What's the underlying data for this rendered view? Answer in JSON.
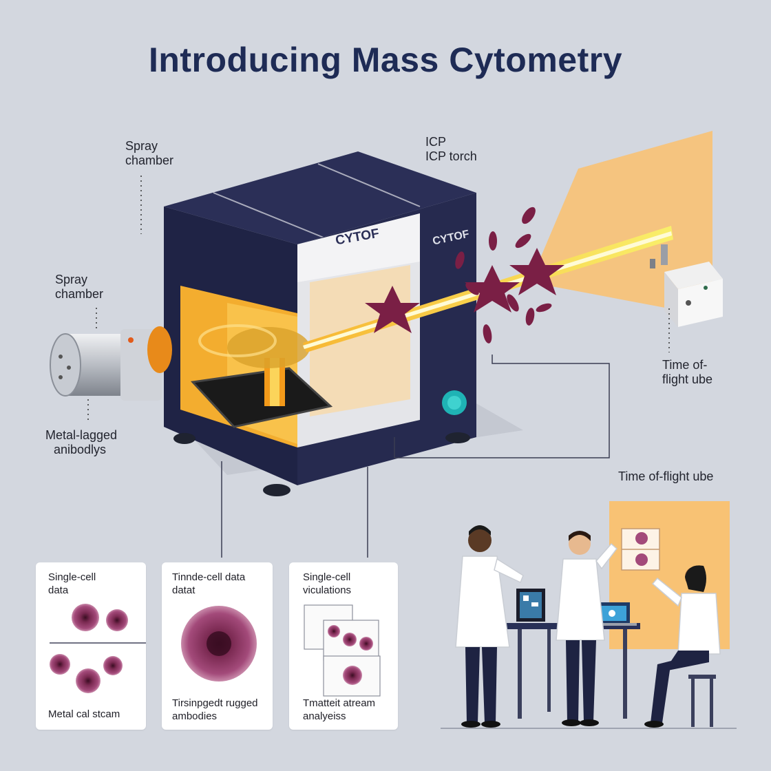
{
  "title": "Introducing Mass Cytometry",
  "colors": {
    "background": "#d3d7df",
    "title": "#1e2b55",
    "instrument_body": "#262a4f",
    "beam": "#f5dc2a",
    "glow": "#f8c274",
    "cells": "#7a1f45"
  },
  "labels": {
    "spray_chamber_top": [
      "Spray",
      "chamber"
    ],
    "icp_torch": [
      "ICP",
      "ICP torch"
    ],
    "spray_chamber_left": [
      "Spray",
      "chamber"
    ],
    "metal_tagged": [
      "Metal-lagged",
      "anibodlys"
    ],
    "tof_tube_right": [
      "Time of-",
      "flight ube"
    ],
    "tof_tube_lower": "Time of-flight ube"
  },
  "instrument": {
    "brand_front": "CYTOF",
    "brand_side": "CYTOF"
  },
  "panels": [
    {
      "title": [
        "Single-cell",
        "data"
      ],
      "caption": "Metal cal stcam"
    },
    {
      "title": [
        "Tinnde-cell data",
        "datat"
      ],
      "caption": [
        "Tirsinpgedt rugged",
        "ambodies"
      ]
    },
    {
      "title": [
        "Single-cell",
        "viculations"
      ],
      "caption": [
        "Tmatteit atream",
        "analyeiss"
      ]
    }
  ]
}
